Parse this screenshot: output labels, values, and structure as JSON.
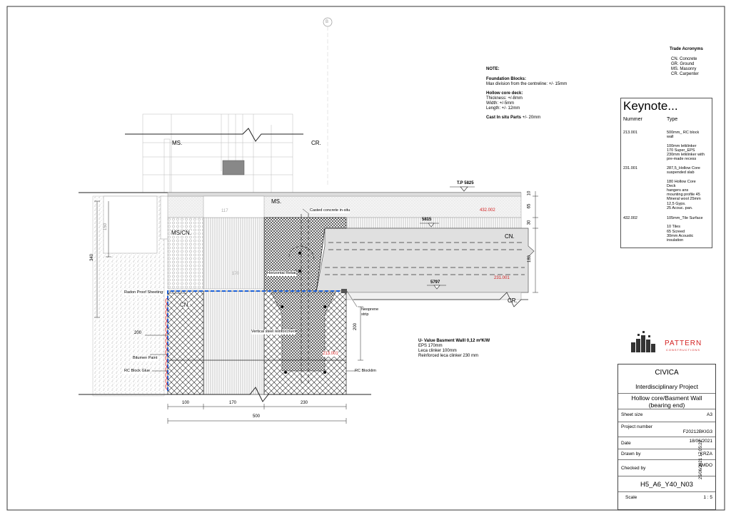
{
  "grid_marker": "B",
  "sheet_stamp": "25/06/2021 17:05:22",
  "trade_acronyms": {
    "title": "Trade Acronyms",
    "items": [
      "CN. Concrete",
      "GR. Ground",
      "MS. Masonry",
      "CR. Carpenter"
    ]
  },
  "note": {
    "heading": "NOTE:",
    "foundation_heading": "Foundation Blocks:",
    "foundation_text": "Max division from the centreline: +/- 15mm",
    "hollow_heading": "Hollow core deck:",
    "hollow_lines": [
      "Thickness: +/-8mm",
      "Width: +/-5mm",
      "Length: +/- 12mm"
    ],
    "cast_label": "Cast In situ Parts",
    "cast_value": "+/- 20mm"
  },
  "keynote": {
    "title": "Keynote...",
    "col1": "Nummer",
    "col2": "Type",
    "rows": [
      {
        "number": "213.001",
        "type": "500mm_ RC block\nwall\n\n100mm letklinker\n170 Super_EPS\n230mm letklinker with\npre-made recess"
      },
      {
        "number": "231.001",
        "type": "287,5_Hollow Core\nsuspended slab\n\n180 Hollow Core\nDeck\nhangers ans\nmounting profile 45\nMineral wool 25mm\n12,5 Gyps.\n25 Acouc. pan."
      },
      {
        "number": "432.002",
        "type": "105mm_Tile Surface\n\n10 Tiles\n65 Screed\n30mm Acoustic\ninsulation"
      }
    ]
  },
  "drawing_labels": {
    "ms_top": "MS.",
    "cr_top": "CR.",
    "ms_mid": "MS.",
    "ms_cn": "MS/CN.",
    "cn_slab": "CN.",
    "cn_wall": "CN.",
    "cr_bottom": "CR.",
    "tp_level": "T.P 5825",
    "level_5815": "5815",
    "level_5797": "5797",
    "key_432002": "432.002",
    "key_231001": "231.001",
    "key_213001": "213.001",
    "casted_concrete": "Casted concrete in-situ",
    "horizontal_rebar": "Horizontal Rebar",
    "vertical_steel": "Vertical steel reinforcment",
    "radon": "Radon Proof Sheeting",
    "bitumen": "Bitumen Paint",
    "rc_block_glue": "RC Block Glue",
    "rc_blocklim": "RC Blocklim",
    "neoprene": "Neoprene\nstrip",
    "faint_117": "117",
    "faint_170": "170"
  },
  "dimensions": {
    "d340": "340",
    "d150": "150",
    "d200_left": "200",
    "d200_right": "200",
    "d10": "10",
    "d65": "65",
    "d30": "30",
    "d180": "180",
    "d100": "100",
    "d170": "170",
    "d230": "230",
    "d500": "500"
  },
  "uvalue": {
    "title": "U- Value Basment Walll 0,12 m²K/W",
    "lines": [
      "EPS 170mm",
      "Leca clinker 100mm",
      "Reinforced leca clinker 230 mm"
    ]
  },
  "logo": {
    "name": "PATTERN",
    "subtitle": "CONSTRUCTIONS"
  },
  "title_block": {
    "client": "CIVICA",
    "project": "Interdisciplinary Project",
    "drawing_title": "Hollow core/Basment Wall\n(bearing end)",
    "sheet_size_label": "Sheet size",
    "sheet_size": "A3",
    "project_number_label": "Project number",
    "project_number": "F20212BKIG3",
    "date_label": "Date",
    "date": "18/06/2021",
    "drawn_by_label": "Drawn by",
    "drawn_by": "KRZA",
    "checked_by_label": "Checked by",
    "checked_by": "AMDO",
    "drawing_number": "H5_A6_Y40_N03",
    "scale_label": "Scale",
    "scale": "1 : 5"
  },
  "colors": {
    "radon_line": "#1a5fd8",
    "bitumen": "#d42020",
    "keynote_text": "#d42020"
  }
}
